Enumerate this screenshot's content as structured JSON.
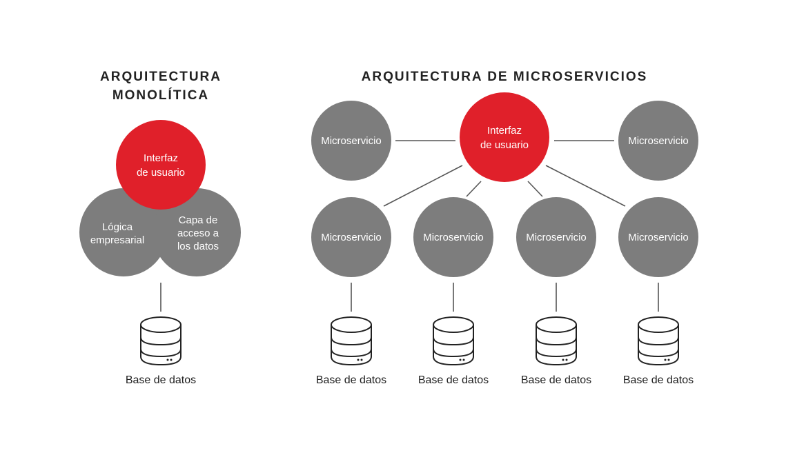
{
  "monolithic": {
    "title_line1": "ARQUITECTURA",
    "title_line2": "MONOLÍTICA",
    "ui_line1": "Interfaz",
    "ui_line2": "de usuario",
    "logic_line1": "Lógica",
    "logic_line2": "empresarial",
    "access_line1": "Capa de",
    "access_line2": "acceso a",
    "access_line3": "los datos",
    "db_label": "Base de datos"
  },
  "microservices": {
    "title": "ARQUITECTURA DE MICROSERVICIOS",
    "ui_line1": "Interfaz",
    "ui_line2": "de usuario",
    "service_label": "Microservicio",
    "db_label": "Base de datos"
  },
  "colors": {
    "accent_red": "#e0202a",
    "service_gray": "#7d7d7d",
    "text_dark": "#222222"
  }
}
